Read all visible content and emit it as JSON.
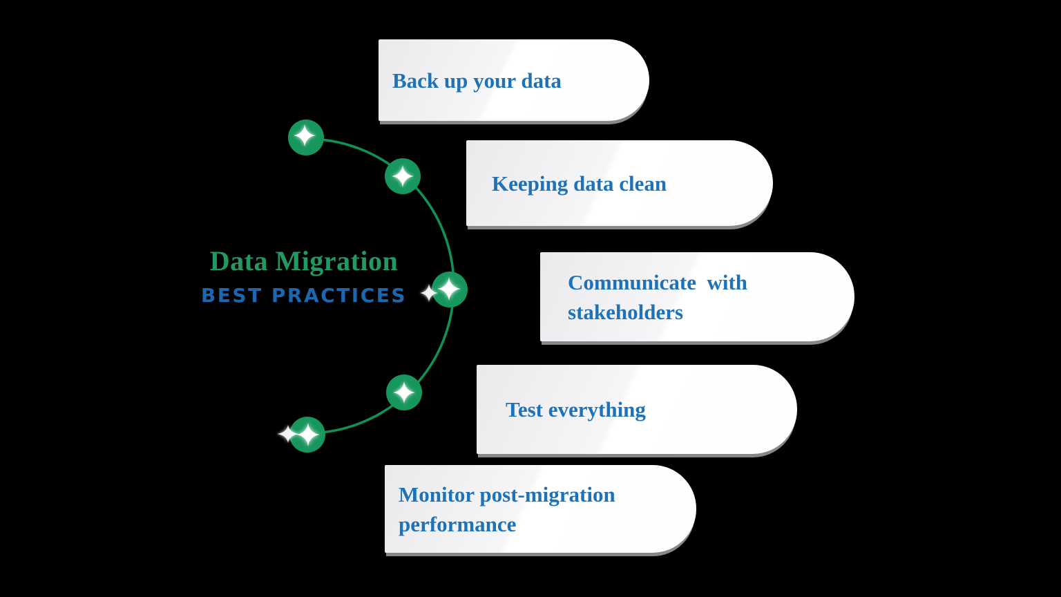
{
  "title": {
    "main": "Data Migration",
    "subtitle": "BEST PRACTICES"
  },
  "practices": [
    {
      "line1": "Back up your data",
      "line2": ""
    },
    {
      "line1": "Keeping data clean",
      "line2": ""
    },
    {
      "line1": "Communicate  with",
      "line2": "stakeholders"
    },
    {
      "line1": "Test everything",
      "line2": ""
    },
    {
      "line1": "Monitor post-migration",
      "line2": "performance"
    }
  ],
  "icons": {
    "node": "sparkle-icon (white four-point star inside green circle)",
    "accent": "sparkle-icon (white four-point star)"
  },
  "colors": {
    "title_green": "#209a61",
    "title_blue": "#1b67b0",
    "card_text_blue": "#1e73b8",
    "arc_green": "#0f9458",
    "node_green": "#17965e",
    "sparkle_white": "#ffffff"
  }
}
